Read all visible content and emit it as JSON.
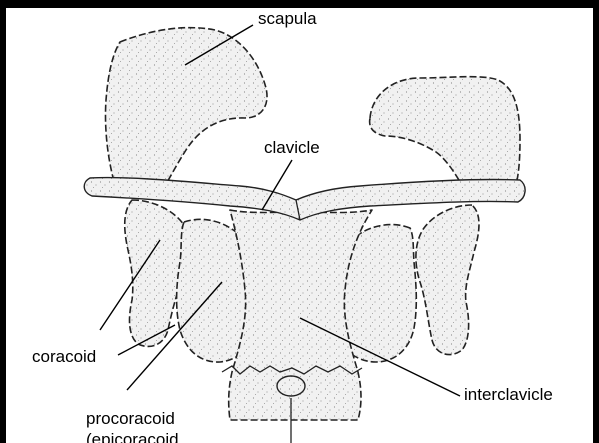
{
  "labels": {
    "scapula": "scapula",
    "clavicle": "clavicle",
    "coracoid": "coracoid",
    "interclavicle": "interclavicle",
    "procoracoid": "procoracoid",
    "procoracoid_sub": "(epicoracoid"
  },
  "colors": {
    "ink": "#000000",
    "bone_fill": "#eeeeee",
    "background": "#ffffff"
  }
}
